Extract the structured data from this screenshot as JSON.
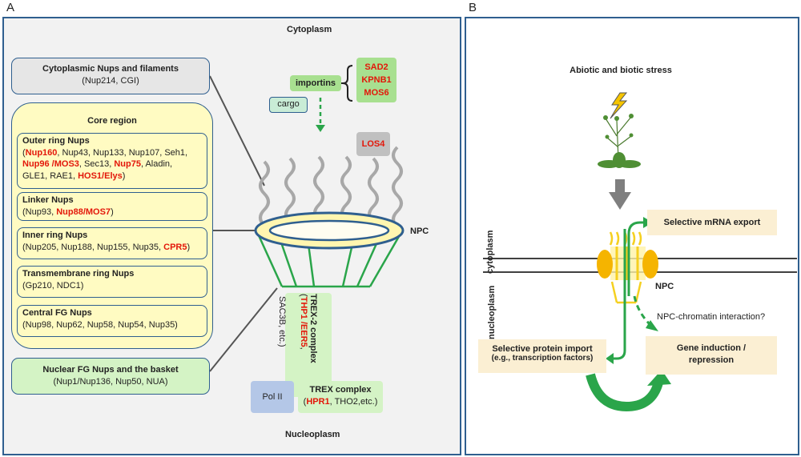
{
  "panel_a": {
    "label": "A",
    "cytoplasm": "Cytoplasm",
    "nucleoplasm": "Nucleoplasm",
    "cyto_nups": {
      "title": "Cytoplasmic Nups and filaments",
      "detail": "(Nup214,  CGI)"
    },
    "core": {
      "title": "Core region",
      "outer": {
        "title": "Outer ring Nups",
        "r1": "Nup160",
        "t1": ", Nup43, Nup133, Nup107, Seh1,",
        "r2": "Nup96 /MOS3",
        "t2": ", Sec13, ",
        "r3": "Nup75",
        "t3": ", Aladin,",
        "t4": "GLE1, RAE1, ",
        "r4": "HOS1/Elys",
        "t5": ")"
      },
      "linker": {
        "title": "Linker Nups",
        "t1": "(Nup93, ",
        "r1": "Nup88/MOS7",
        "t2": ")"
      },
      "inner": {
        "title": "Inner ring Nups",
        "t1": "(Nup205, Nup188, Nup155, Nup35, ",
        "r1": "CPR5",
        "t2": ")"
      },
      "transmembrane": {
        "title": "Transmembrane ring Nups",
        "detail": "(Gp210, NDC1)"
      },
      "central": {
        "title": "Central FG Nups",
        "detail": "(Nup98, Nup62, Nup58, Nup54, Nup35)"
      }
    },
    "nuclear_nups": {
      "title": "Nuclear FG Nups and the  basket",
      "detail": "(Nup1/Nup136, Nup50, NUA)"
    },
    "importins": "importins",
    "cargo": "cargo",
    "sad2": "SAD2",
    "kpnb1": "KPNB1",
    "mos6": "MOS6",
    "los4": "LOS4",
    "npc": "NPC",
    "trex2": {
      "title": "TREX-2 complex",
      "r1": "THP1 /EER5",
      "t1": "SAC3B, etc.)"
    },
    "pol2": "Pol II",
    "trex": {
      "title": "TREX complex",
      "r1": "HPR1",
      "t1": ", THO2,etc.)"
    }
  },
  "panel_b": {
    "label": "B",
    "stress": "Abiotic and biotic stress",
    "cytoplasm": "cytoplasm",
    "nucleoplasm": "nucleoplasm",
    "npc": "NPC",
    "mrna_export": "Selective mRNA export",
    "chromatin": "NPC-chromatin interaction?",
    "protein_import_1": "Selective protein import",
    "protein_import_2": "(e.g., transcription factors)",
    "gene_1": "Gene induction /",
    "gene_2": "repression"
  },
  "colors": {
    "border": "#2f5f8f",
    "red_text": "#e3170a",
    "green": "#2aa54a",
    "yellow_box": "#fffbc2",
    "green_box": "#d4f3c5",
    "tan_box": "#fbefd3",
    "orange": "#f5b400"
  }
}
